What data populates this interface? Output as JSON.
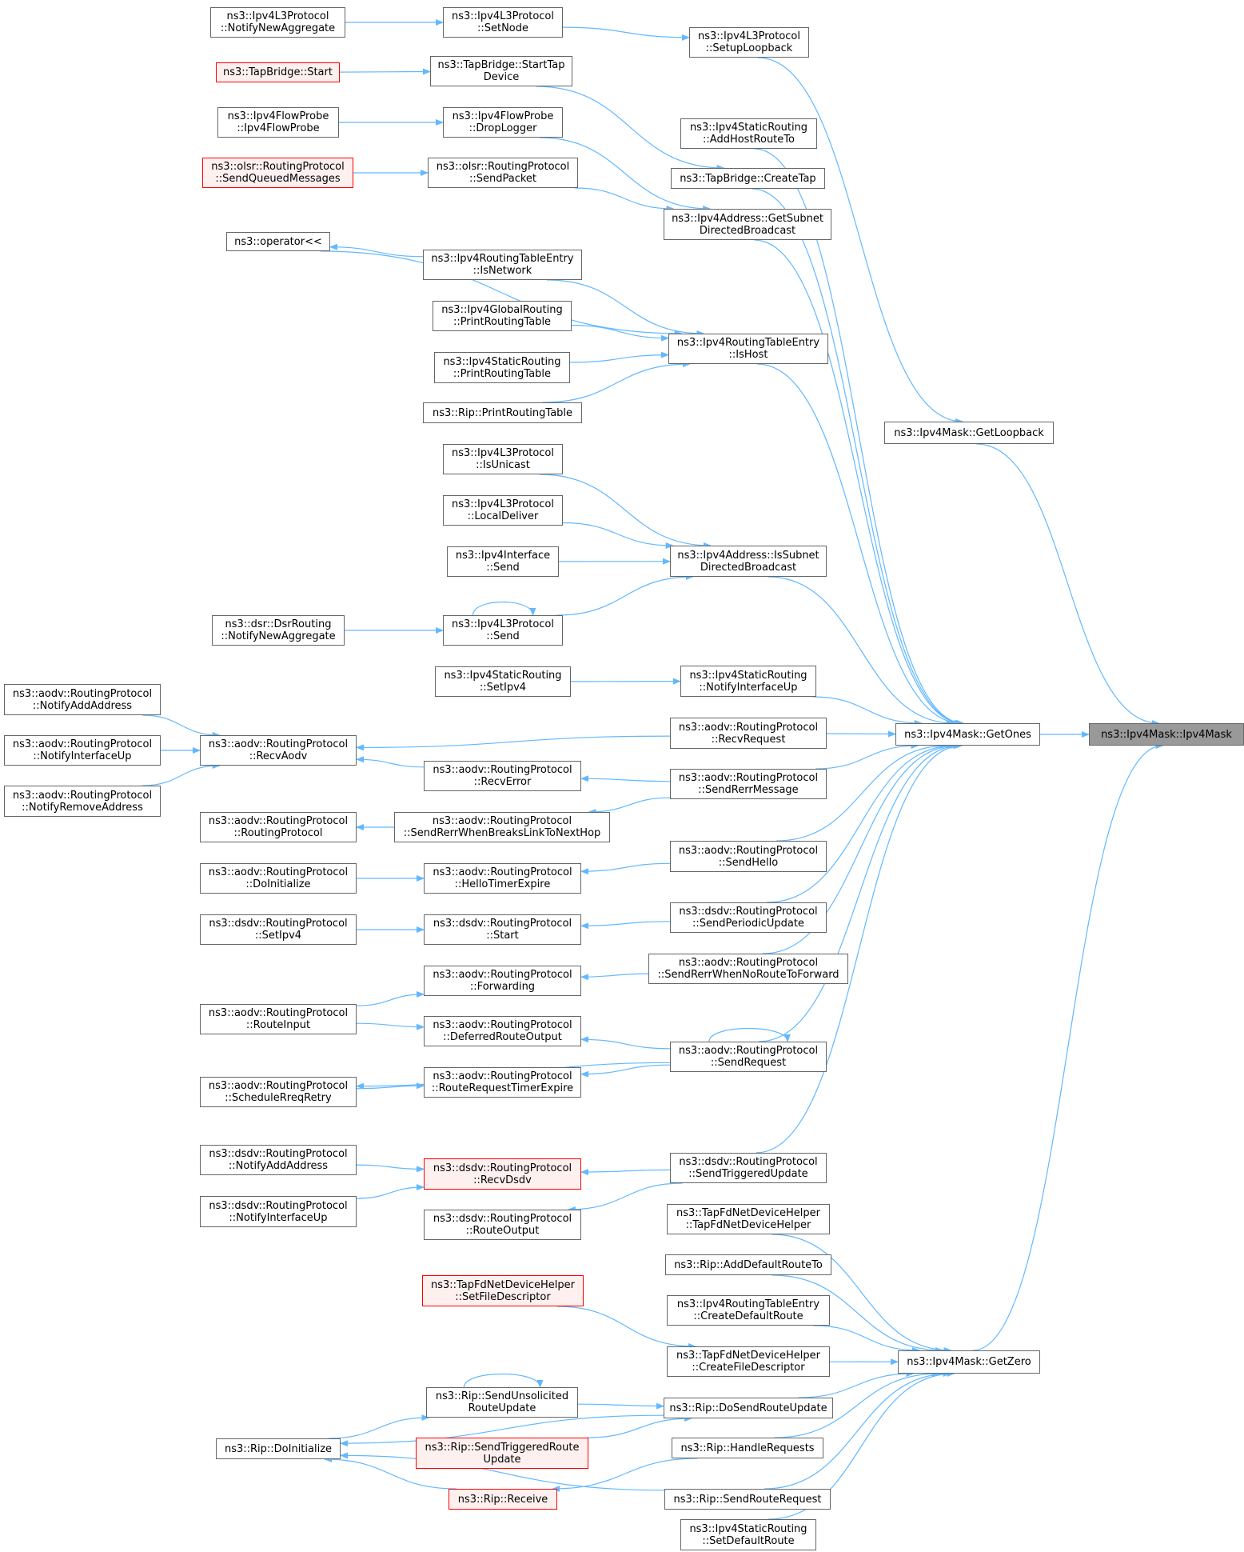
{
  "colors": {
    "edge": "#63b8ff",
    "border": "#666666",
    "red_border": "#ff0000",
    "red_fill": "#fff0f0",
    "root_fill": "#999999"
  },
  "nodes": [
    {
      "id": "root",
      "lines": [
        "ns3::Ipv4Mask::Ipv4Mask"
      ],
      "style": "gray"
    },
    {
      "id": "getones",
      "lines": [
        "ns3::Ipv4Mask::GetOnes"
      ]
    },
    {
      "id": "getzero",
      "lines": [
        "ns3::Ipv4Mask::GetZero"
      ]
    },
    {
      "id": "getloopback",
      "lines": [
        "ns3::Ipv4Mask::GetLoopback"
      ]
    },
    {
      "id": "setuploopback",
      "lines": [
        "ns3::Ipv4L3Protocol",
        "::SetupLoopback"
      ]
    },
    {
      "id": "setnode",
      "lines": [
        "ns3::Ipv4L3Protocol",
        "::SetNode"
      ]
    },
    {
      "id": "notifynewagg1",
      "lines": [
        "ns3::Ipv4L3Protocol",
        "::NotifyNewAggregate"
      ]
    },
    {
      "id": "tbstarttap",
      "lines": [
        "ns3::TapBridge::StartTap",
        "Device"
      ]
    },
    {
      "id": "tbstart",
      "lines": [
        "ns3::TapBridge::Start"
      ],
      "style": "red"
    },
    {
      "id": "fpdroplogger",
      "lines": [
        "ns3::Ipv4FlowProbe",
        "::DropLogger"
      ]
    },
    {
      "id": "fpctor",
      "lines": [
        "ns3::Ipv4FlowProbe",
        "::Ipv4FlowProbe"
      ]
    },
    {
      "id": "olsrsendpacket",
      "lines": [
        "ns3::olsr::RoutingProtocol",
        "::SendPacket"
      ]
    },
    {
      "id": "olsrsendqueued",
      "lines": [
        "ns3::olsr::RoutingProtocol",
        "::SendQueuedMessages"
      ],
      "style": "red"
    },
    {
      "id": "addhostroute",
      "lines": [
        "ns3::Ipv4StaticRouting",
        "::AddHostRouteTo"
      ]
    },
    {
      "id": "createtap",
      "lines": [
        "ns3::TapBridge::CreateTap"
      ]
    },
    {
      "id": "getsubnetdb",
      "lines": [
        "ns3::Ipv4Address::GetSubnet",
        "DirectedBroadcast"
      ]
    },
    {
      "id": "opshift",
      "lines": [
        "ns3::operator<<"
      ]
    },
    {
      "id": "isnetwork",
      "lines": [
        "ns3::Ipv4RoutingTableEntry",
        "::IsNetwork"
      ]
    },
    {
      "id": "globalprint",
      "lines": [
        "ns3::Ipv4GlobalRouting",
        "::PrintRoutingTable"
      ]
    },
    {
      "id": "staticprint",
      "lines": [
        "ns3::Ipv4StaticRouting",
        "::PrintRoutingTable"
      ]
    },
    {
      "id": "ripprint",
      "lines": [
        "ns3::Rip::PrintRoutingTable"
      ]
    },
    {
      "id": "ishost",
      "lines": [
        "ns3::Ipv4RoutingTableEntry",
        "::IsHost"
      ]
    },
    {
      "id": "isunicast",
      "lines": [
        "ns3::Ipv4L3Protocol",
        "::IsUnicast"
      ]
    },
    {
      "id": "localdeliver",
      "lines": [
        "ns3::Ipv4L3Protocol",
        "::LocalDeliver"
      ]
    },
    {
      "id": "ifacesend",
      "lines": [
        "ns3::Ipv4Interface",
        "::Send"
      ]
    },
    {
      "id": "l3send",
      "lines": [
        "ns3::Ipv4L3Protocol",
        "::Send"
      ]
    },
    {
      "id": "dsrnotify",
      "lines": [
        "ns3::dsr::DsrRouting",
        "::NotifyNewAggregate"
      ]
    },
    {
      "id": "issubnetdb",
      "lines": [
        "ns3::Ipv4Address::IsSubnet",
        "DirectedBroadcast"
      ]
    },
    {
      "id": "staticsetipv4",
      "lines": [
        "ns3::Ipv4StaticRouting",
        "::SetIpv4"
      ]
    },
    {
      "id": "staticnotifyup",
      "lines": [
        "ns3::Ipv4StaticRouting",
        "::NotifyInterfaceUp"
      ]
    },
    {
      "id": "aodvnotifyadd",
      "lines": [
        "ns3::aodv::RoutingProtocol",
        "::NotifyAddAddress"
      ]
    },
    {
      "id": "aodvnotifyup",
      "lines": [
        "ns3::aodv::RoutingProtocol",
        "::NotifyInterfaceUp"
      ]
    },
    {
      "id": "aodvnotifyremove",
      "lines": [
        "ns3::aodv::RoutingProtocol",
        "::NotifyRemoveAddress"
      ]
    },
    {
      "id": "aodvrecvaodv",
      "lines": [
        "ns3::aodv::RoutingProtocol",
        "::RecvAodv"
      ]
    },
    {
      "id": "aodvrecvrequest",
      "lines": [
        "ns3::aodv::RoutingProtocol",
        "::RecvRequest"
      ]
    },
    {
      "id": "aodvrecverror",
      "lines": [
        "ns3::aodv::RoutingProtocol",
        "::RecvError"
      ]
    },
    {
      "id": "aodvsendrerr",
      "lines": [
        "ns3::aodv::RoutingProtocol",
        "::SendRerrMessage"
      ]
    },
    {
      "id": "aodvctor",
      "lines": [
        "ns3::aodv::RoutingProtocol",
        "::RoutingProtocol"
      ]
    },
    {
      "id": "aodvsendrerrbreaks",
      "lines": [
        "ns3::aodv::RoutingProtocol",
        "::SendRerrWhenBreaksLinkToNextHop"
      ]
    },
    {
      "id": "aodvdoinit",
      "lines": [
        "ns3::aodv::RoutingProtocol",
        "::DoInitialize"
      ]
    },
    {
      "id": "aodvhellotimer",
      "lines": [
        "ns3::aodv::RoutingProtocol",
        "::HelloTimerExpire"
      ]
    },
    {
      "id": "aodvsendhello",
      "lines": [
        "ns3::aodv::RoutingProtocol",
        "::SendHello"
      ]
    },
    {
      "id": "dsdvsetipv4",
      "lines": [
        "ns3::dsdv::RoutingProtocol",
        "::SetIpv4"
      ]
    },
    {
      "id": "dsdvstart",
      "lines": [
        "ns3::dsdv::RoutingProtocol",
        "::Start"
      ]
    },
    {
      "id": "dsdvsendperiodic",
      "lines": [
        "ns3::dsdv::RoutingProtocol",
        "::SendPeriodicUpdate"
      ]
    },
    {
      "id": "aodvforwarding",
      "lines": [
        "ns3::aodv::RoutingProtocol",
        "::Forwarding"
      ]
    },
    {
      "id": "aodvsendrerrnoroute",
      "lines": [
        "ns3::aodv::RoutingProtocol",
        "::SendRerrWhenNoRouteToForward"
      ]
    },
    {
      "id": "aodvrouteinput",
      "lines": [
        "ns3::aodv::RoutingProtocol",
        "::RouteInput"
      ]
    },
    {
      "id": "aodvdeferred",
      "lines": [
        "ns3::aodv::RoutingProtocol",
        "::DeferredRouteOutput"
      ]
    },
    {
      "id": "aodvsendrequest",
      "lines": [
        "ns3::aodv::RoutingProtocol",
        "::SendRequest"
      ]
    },
    {
      "id": "aodvschedule",
      "lines": [
        "ns3::aodv::RoutingProtocol",
        "::ScheduleRreqRetry"
      ]
    },
    {
      "id": "aodvroutereqtimer",
      "lines": [
        "ns3::aodv::RoutingProtocol",
        "::RouteRequestTimerExpire"
      ]
    },
    {
      "id": "dsdvnotifyadd",
      "lines": [
        "ns3::dsdv::RoutingProtocol",
        "::NotifyAddAddress"
      ]
    },
    {
      "id": "dsdvrecvdsdv",
      "lines": [
        "ns3::dsdv::RoutingProtocol",
        "::RecvDsdv"
      ],
      "style": "red"
    },
    {
      "id": "dsdvsendtriggered",
      "lines": [
        "ns3::dsdv::RoutingProtocol",
        "::SendTriggeredUpdate"
      ]
    },
    {
      "id": "dsdvnotifyup",
      "lines": [
        "ns3::dsdv::RoutingProtocol",
        "::NotifyInterfaceUp"
      ]
    },
    {
      "id": "dsdvrouteoutput",
      "lines": [
        "ns3::dsdv::RoutingProtocol",
        "::RouteOutput"
      ]
    },
    {
      "id": "tapfdctor",
      "lines": [
        "ns3::TapFdNetDeviceHelper",
        "::TapFdNetDeviceHelper"
      ]
    },
    {
      "id": "ripadddefault",
      "lines": [
        "ns3::Rip::AddDefaultRouteTo"
      ]
    },
    {
      "id": "tapfdsetfd",
      "lines": [
        "ns3::TapFdNetDeviceHelper",
        "::SetFileDescriptor"
      ],
      "style": "red"
    },
    {
      "id": "rtecreatedefault",
      "lines": [
        "ns3::Ipv4RoutingTableEntry",
        "::CreateDefaultRoute"
      ]
    },
    {
      "id": "tapfdcreatefd",
      "lines": [
        "ns3::TapFdNetDeviceHelper",
        "::CreateFileDescriptor"
      ]
    },
    {
      "id": "ripsendunsolicited",
      "lines": [
        "ns3::Rip::SendUnsolicited",
        "RouteUpdate"
      ]
    },
    {
      "id": "ripdosend",
      "lines": [
        "ns3::Rip::DoSendRouteUpdate"
      ]
    },
    {
      "id": "ripdoinit",
      "lines": [
        "ns3::Rip::DoInitialize"
      ]
    },
    {
      "id": "ripsendtriggered",
      "lines": [
        "ns3::Rip::SendTriggeredRoute",
        "Update"
      ],
      "style": "red"
    },
    {
      "id": "riphandlerequests",
      "lines": [
        "ns3::Rip::HandleRequests"
      ]
    },
    {
      "id": "ripreceive",
      "lines": [
        "ns3::Rip::Receive"
      ],
      "style": "red"
    },
    {
      "id": "ripsendroutereq",
      "lines": [
        "ns3::Rip::SendRouteRequest"
      ]
    },
    {
      "id": "staticsetdefault",
      "lines": [
        "ns3::Ipv4StaticRouting",
        "::SetDefaultRoute"
      ]
    }
  ]
}
